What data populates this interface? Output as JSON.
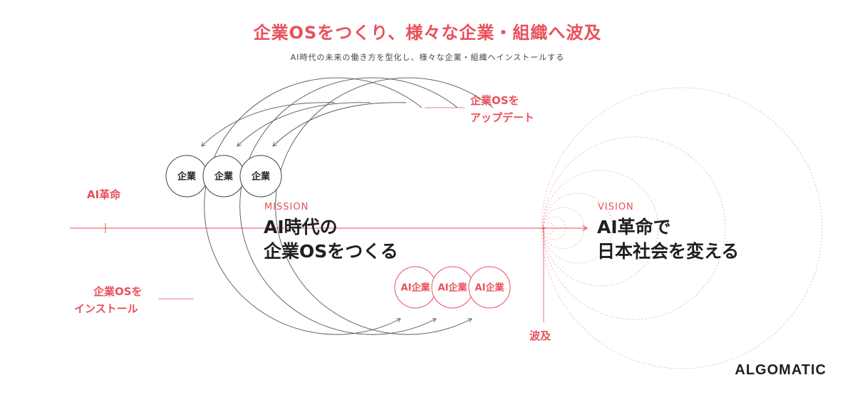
{
  "header": {
    "title": "企業OSをつくり、様々な企業・組織へ波及",
    "subtitle": "AI時代の未来の働き方を型化し、様々な企業・組織へインストールする"
  },
  "labels": {
    "ai_revolution": "AI革命",
    "update_line1": "企業OSを",
    "update_line2": "アップデート",
    "install_line1": "企業OSを",
    "install_line2": "インストール",
    "ripple": "波及"
  },
  "mission": {
    "kicker": "MISSION",
    "line1": "AI時代の",
    "line2": "企業OSをつくる"
  },
  "vision": {
    "kicker": "VISION",
    "line1": "AI革命で",
    "line2": "日本社会を変える"
  },
  "companies": [
    "企業",
    "企業",
    "企業"
  ],
  "ai_companies": [
    "AI企業",
    "AI企業",
    "AI企業"
  ],
  "brand": {
    "logo": "ALGOMATIC"
  },
  "colors": {
    "accent": "#e8505b",
    "text": "#1f1f1f",
    "line": "#555555"
  }
}
